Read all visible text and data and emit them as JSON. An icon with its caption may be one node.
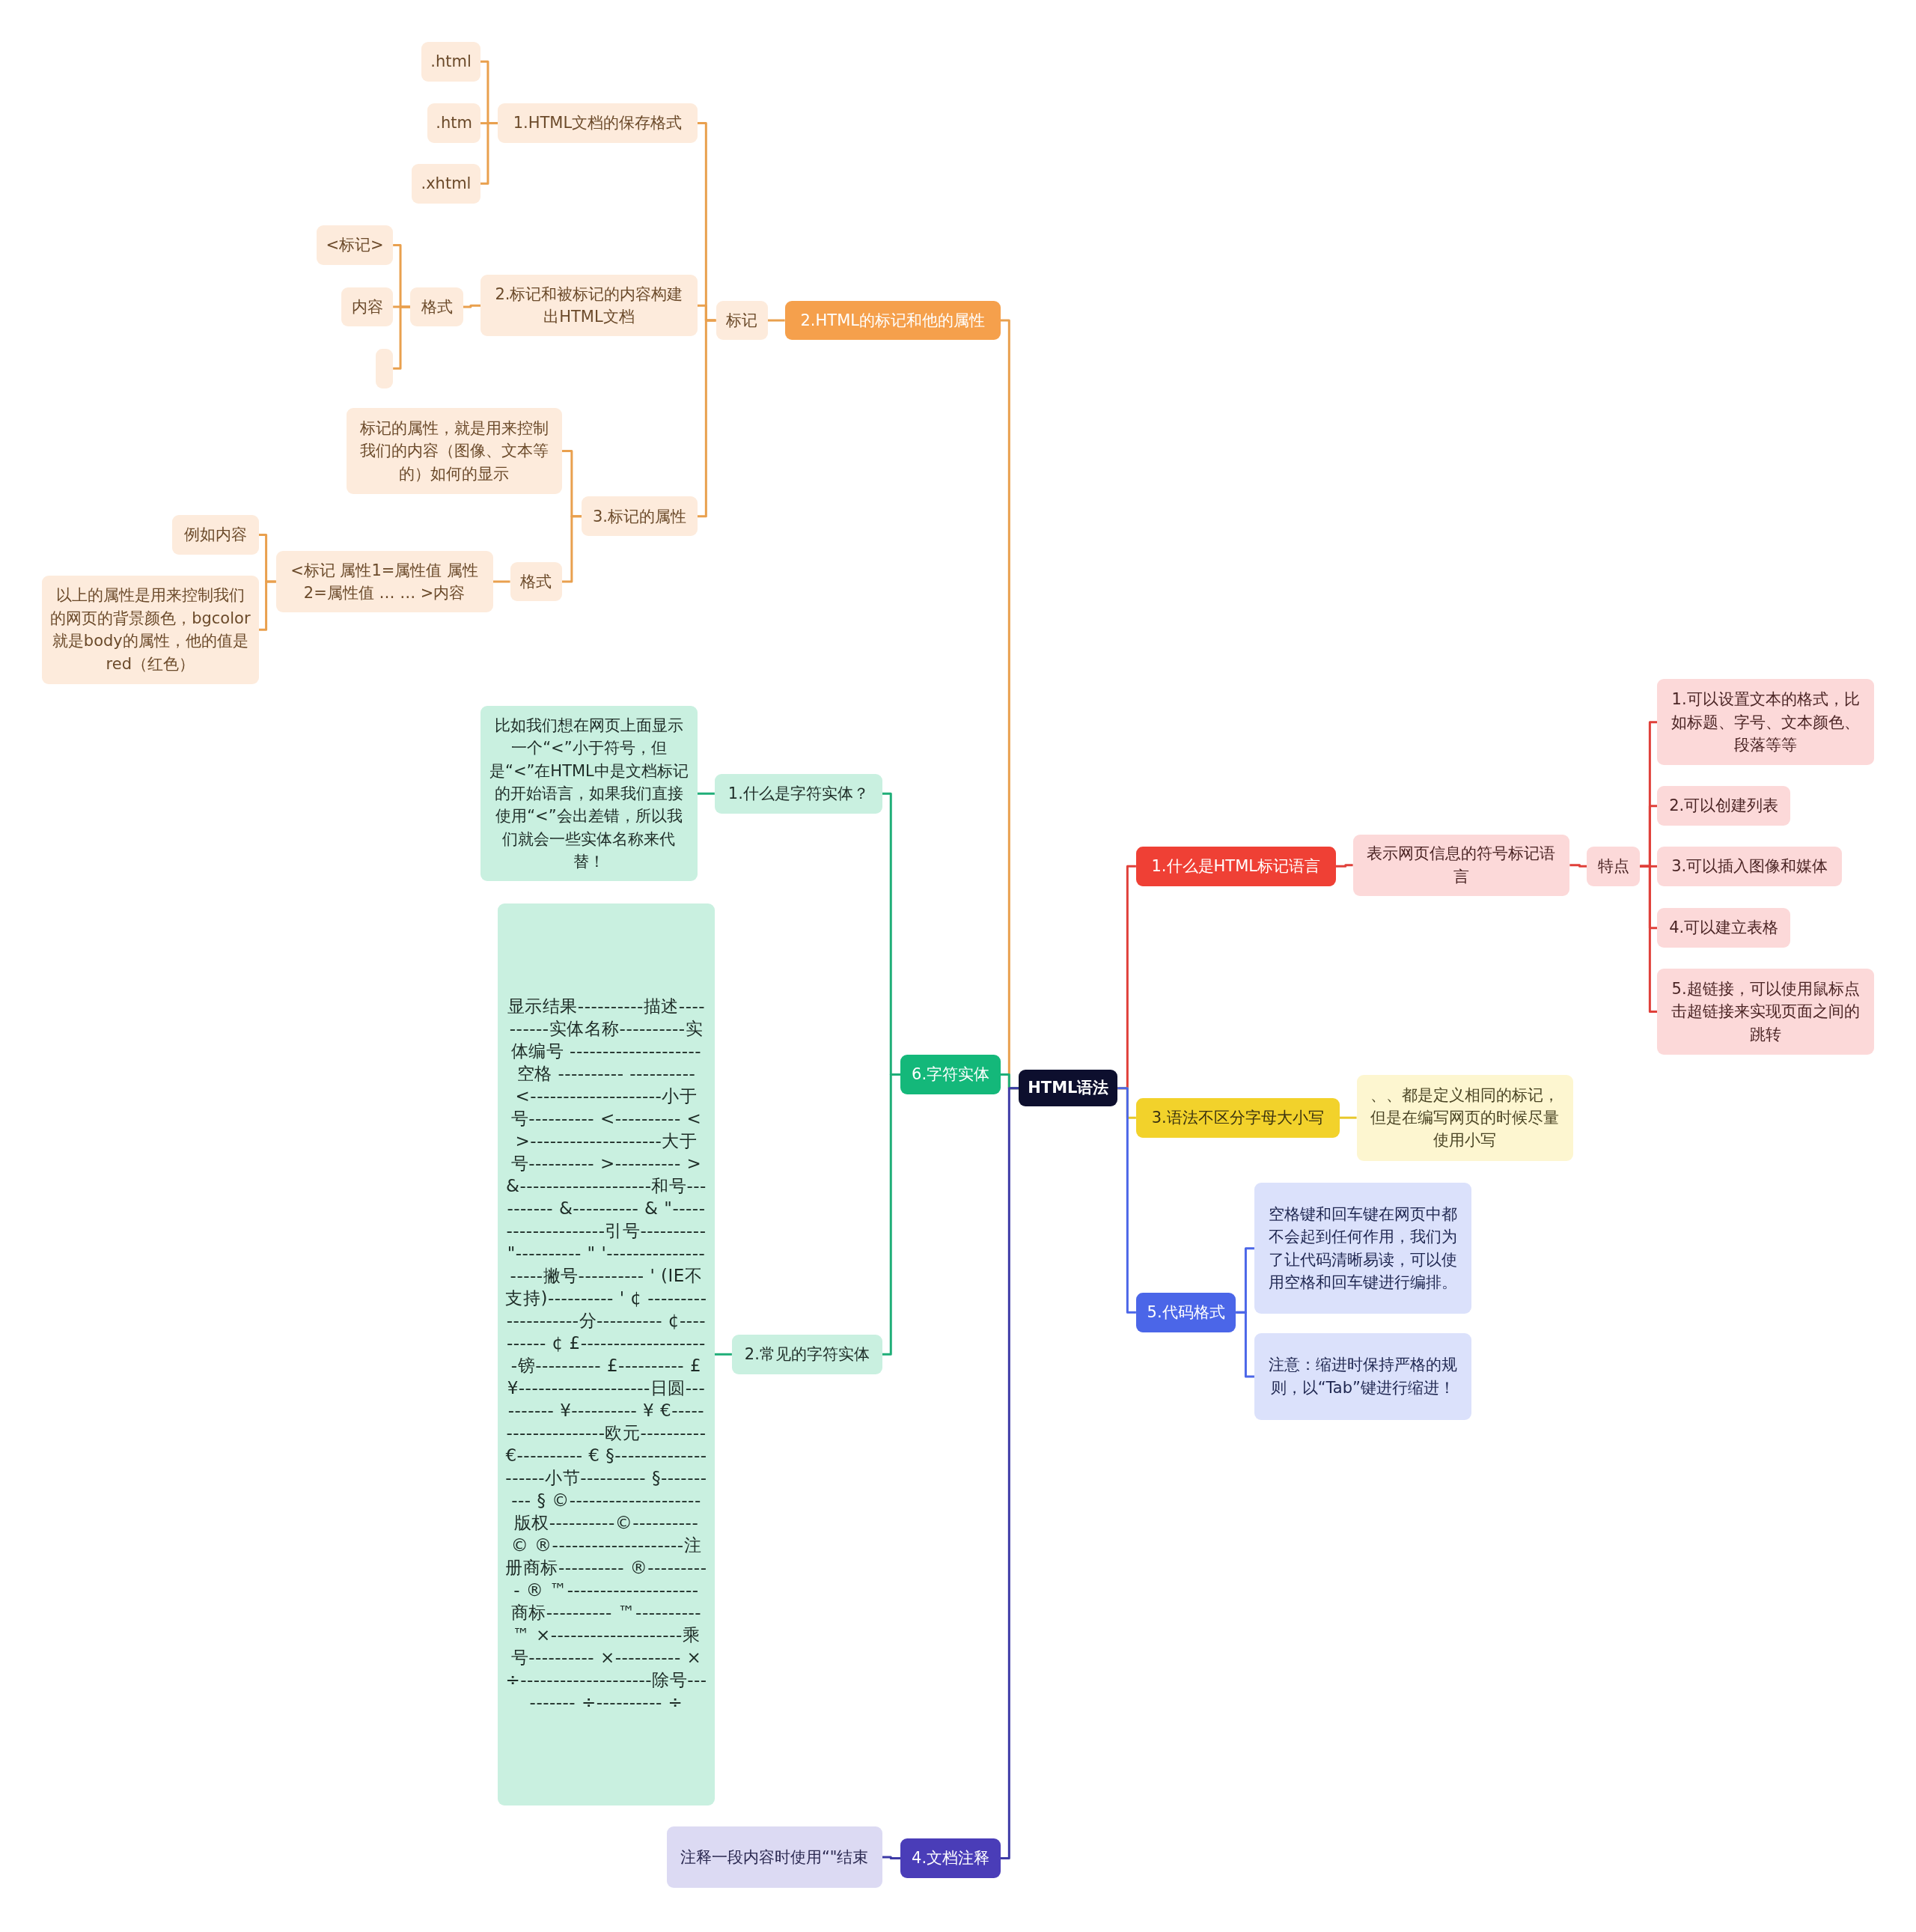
{
  "diagram": {
    "nodes": [
      {
        "text": [
          "HTML语法"
        ]
      },
      {
        "text": [
          "2.HTML的标记和他的属性"
        ]
      },
      {
        "text": [
          "标记"
        ]
      },
      {
        "text": [
          "1.HTML文档的保存格式"
        ]
      },
      {
        "text": [
          ".html"
        ]
      },
      {
        "text": [
          ".htm"
        ]
      },
      {
        "text": [
          ".xhtml"
        ]
      },
      {
        "text": [
          "2.标记和被标记的内容构建出HTML文档"
        ]
      },
      {
        "text": [
          "格式"
        ]
      },
      {
        "text": [
          "<标记>"
        ]
      },
      {
        "text": [
          "内容"
        ]
      },
      {
        "text": [],
        "shape": "box"
      },
      {
        "text": [
          "3.标记的属性"
        ]
      },
      {
        "text": [
          "标记的属性，就是用来控制我们的内容（图像、文本等的）如何的显示"
        ]
      },
      {
        "text": [
          "格式"
        ]
      },
      {
        "text": [
          "<标记 属性1=属性值 属性2=属性值 … … >内容"
        ]
      },
      {
        "text": [
          "例如内容"
        ]
      },
      {
        "text": [
          "以上的属性是用来控制我们的网页的背景颜色，bgcolor就是body的属性，他的值是red（红色）"
        ]
      },
      {
        "text": [
          "6.字符实体"
        ]
      },
      {
        "text": [
          "1.什么是字符实体？"
        ]
      },
      {
        "text": [
          "比如我们想在网页上面显示一个“<”小于符号，但是“<”在HTML中是文档标记的开始语言，如果我们直接使用“<”会出差错，所以我们就会一些实体名称来代替！"
        ]
      },
      {
        "text": [
          "2.常见的字符实体"
        ]
      },
      {
        "text": [
          "显示结果----------描述----------实体名称----------实体编号 --------------------空格 ---------- ---------- <--------------------小于号---------- <---------- < >--------------------大于号---------- >---------- > &--------------------和号---------- &---------- & \"--------------------引号---------- \"---------- \" '--------------------撇号---------- ' (IE不支持)---------- ' ¢ --------------------分---------- ¢---------- ¢ £--------------------镑---------- £---------- £ ¥--------------------日圆---------- ¥---------- ¥ €--------------------欧元---------- €---------- € §--------------------小节---------- §---------- § ©--------------------版权----------©---------- © ®--------------------注册商标---------- ®---------- ® ™--------------------商标---------- ™---------- ™ ×--------------------乘号---------- ×---------- × ÷--------------------除号---------- ÷---------- ÷"
        ]
      },
      {
        "text": [
          "4.文档注释"
        ]
      },
      {
        "text": [
          "注释一段内容时使用“\"结束"
        ]
      },
      {
        "text": [
          "1.什么是HTML标记语言"
        ]
      },
      {
        "text": [
          "表示网页信息的符号标记语言"
        ]
      },
      {
        "text": [
          "特点"
        ]
      },
      {
        "text": [
          "1.可以设置文本的格式，比如标题、字号、文本颜色、段落等等"
        ]
      },
      {
        "text": [
          "2.可以创建列表"
        ]
      },
      {
        "text": [
          "3.可以插入图像和媒体"
        ]
      },
      {
        "text": [
          "4.可以建立表格"
        ]
      },
      {
        "text": [
          "5.超链接，可以使用鼠标点击超链接来实现页面之间的跳转"
        ]
      },
      {
        "text": [
          "3.语法不区分字母大小写"
        ]
      },
      {
        "text": [
          "、、都是定义相同的标记，但是在编写网页的时候尽量使用小写"
        ]
      },
      {
        "text": [
          "5.代码格式"
        ]
      },
      {
        "text": [
          "空格键和回车键在网页中都不会起到任何作用，我们为了让代码清晰易读，可以使用空格和回车键进行编排。"
        ]
      },
      {
        "text": [
          "注意：缩进时保持严格的规则，以“Tab”键进行缩进！"
        ]
      }
    ],
    "edges": [
      {
        "from": 0,
        "to": 1,
        "arrow": "none"
      },
      {
        "from": 1,
        "to": 2,
        "arrow": "none"
      },
      {
        "from": 2,
        "to": 3,
        "arrow": "none"
      },
      {
        "from": 3,
        "to": 4,
        "arrow": "none"
      },
      {
        "from": 3,
        "to": 5,
        "arrow": "none"
      },
      {
        "from": 3,
        "to": 6,
        "arrow": "none"
      },
      {
        "from": 2,
        "to": 7,
        "arrow": "none"
      },
      {
        "from": 7,
        "to": 8,
        "arrow": "none"
      },
      {
        "from": 8,
        "to": 9,
        "arrow": "none"
      },
      {
        "from": 8,
        "to": 10,
        "arrow": "none"
      },
      {
        "from": 8,
        "to": 11,
        "arrow": "none"
      },
      {
        "from": 2,
        "to": 12,
        "arrow": "none"
      },
      {
        "from": 12,
        "to": 13,
        "arrow": "none"
      },
      {
        "from": 12,
        "to": 14,
        "arrow": "none"
      },
      {
        "from": 14,
        "to": 15,
        "arrow": "none"
      },
      {
        "from": 15,
        "to": 16,
        "arrow": "none"
      },
      {
        "from": 15,
        "to": 17,
        "arrow": "none"
      },
      {
        "from": 0,
        "to": 18,
        "arrow": "none",
        "color": "#1fae78"
      },
      {
        "from": 18,
        "to": 19,
        "arrow": "none",
        "color": "#1fae78"
      },
      {
        "from": 19,
        "to": 20,
        "arrow": "none",
        "color": "#1fae78"
      },
      {
        "from": 18,
        "to": 21,
        "arrow": "none",
        "color": "#1fae78"
      },
      {
        "from": 21,
        "to": 22,
        "arrow": "none",
        "color": "#1fae78"
      },
      {
        "from": 0,
        "to": 23,
        "arrow": "none",
        "color": "#3d3aa6"
      },
      {
        "from": 23,
        "to": 24,
        "arrow": "none",
        "color": "#3d3aa6"
      },
      {
        "from": 0,
        "to": 25,
        "arrow": "none",
        "color": "#e0403a"
      },
      {
        "from": 25,
        "to": 26,
        "arrow": "none",
        "color": "#e0403a"
      },
      {
        "from": 26,
        "to": 27,
        "arrow": "none",
        "color": "#e0403a"
      },
      {
        "from": 27,
        "to": 28,
        "arrow": "none",
        "color": "#e0403a"
      },
      {
        "from": 27,
        "to": 29,
        "arrow": "none",
        "color": "#e0403a"
      },
      {
        "from": 27,
        "to": 30,
        "arrow": "none",
        "color": "#e0403a"
      },
      {
        "from": 27,
        "to": 31,
        "arrow": "none",
        "color": "#e0403a"
      },
      {
        "from": 27,
        "to": 32,
        "arrow": "none",
        "color": "#e0403a"
      },
      {
        "from": 0,
        "to": 33,
        "arrow": "none",
        "color": "#e8c82a"
      },
      {
        "from": 33,
        "to": 34,
        "arrow": "none",
        "color": "#e8c82a"
      },
      {
        "from": 0,
        "to": 35,
        "arrow": "none",
        "color": "#4b66e8"
      },
      {
        "from": 35,
        "to": 36,
        "arrow": "none",
        "color": "#4b66e8"
      },
      {
        "from": 35,
        "to": 37,
        "arrow": "none",
        "color": "#4b66e8"
      }
    ]
  }
}
